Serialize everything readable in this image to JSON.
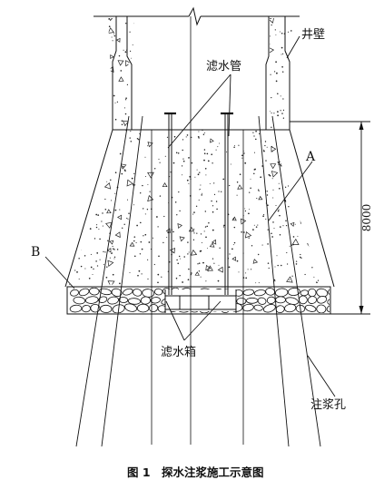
{
  "labels": {
    "well_wall": "井壁",
    "filter_pipe": "滤水管",
    "filter_box": "滤水箱",
    "grout_hole": "注浆孔",
    "mark_a": "A",
    "mark_b": "B",
    "dimension": "8000"
  },
  "caption": {
    "number": "图 1",
    "text": "探水注浆施工示意图"
  }
}
